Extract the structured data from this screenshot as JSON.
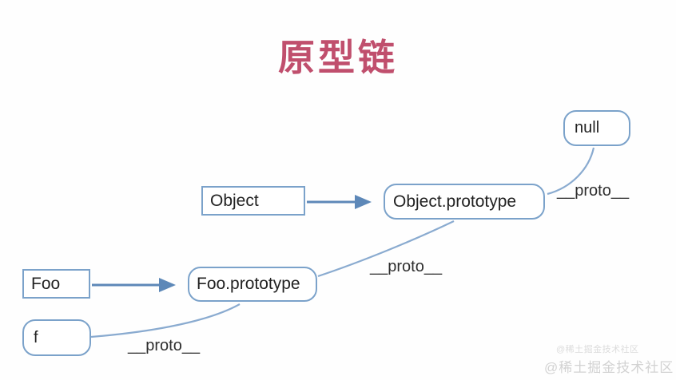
{
  "title": {
    "text": "原型链"
  },
  "diagram": {
    "nodes": [
      {
        "id": "null",
        "label": "null",
        "shape": "rounded"
      },
      {
        "id": "object",
        "label": "Object",
        "shape": "rect"
      },
      {
        "id": "object-prototype",
        "label": "Object.prototype",
        "shape": "rounded"
      },
      {
        "id": "foo",
        "label": "Foo",
        "shape": "rect"
      },
      {
        "id": "foo-prototype",
        "label": "Foo.prototype",
        "shape": "rounded"
      },
      {
        "id": "f",
        "label": "f",
        "shape": "rounded"
      }
    ],
    "edges": [
      {
        "from": "object",
        "to": "object-prototype",
        "style": "straight-arrow"
      },
      {
        "from": "foo",
        "to": "foo-prototype",
        "style": "straight-arrow"
      },
      {
        "from": "object-prototype",
        "to": "null",
        "style": "curve",
        "label": "__proto__"
      },
      {
        "from": "foo-prototype",
        "to": "object-prototype",
        "style": "curve",
        "label": "__proto__"
      },
      {
        "from": "f",
        "to": "foo-prototype",
        "style": "curve",
        "label": "__proto__"
      }
    ],
    "proto_labels": [
      {
        "text": "__proto__"
      },
      {
        "text": "__proto__"
      },
      {
        "text": "__proto__"
      }
    ]
  },
  "watermark": {
    "line1": "@稀土掘金技术社区",
    "line2": "@稀土掘金技术社区"
  },
  "colors": {
    "title": "#c04f6d",
    "box_border": "#7ba2ca",
    "arrow": "#5d88b8",
    "curve": "#8aabd0",
    "text": "#222222",
    "watermark": "#d6d6d6"
  }
}
